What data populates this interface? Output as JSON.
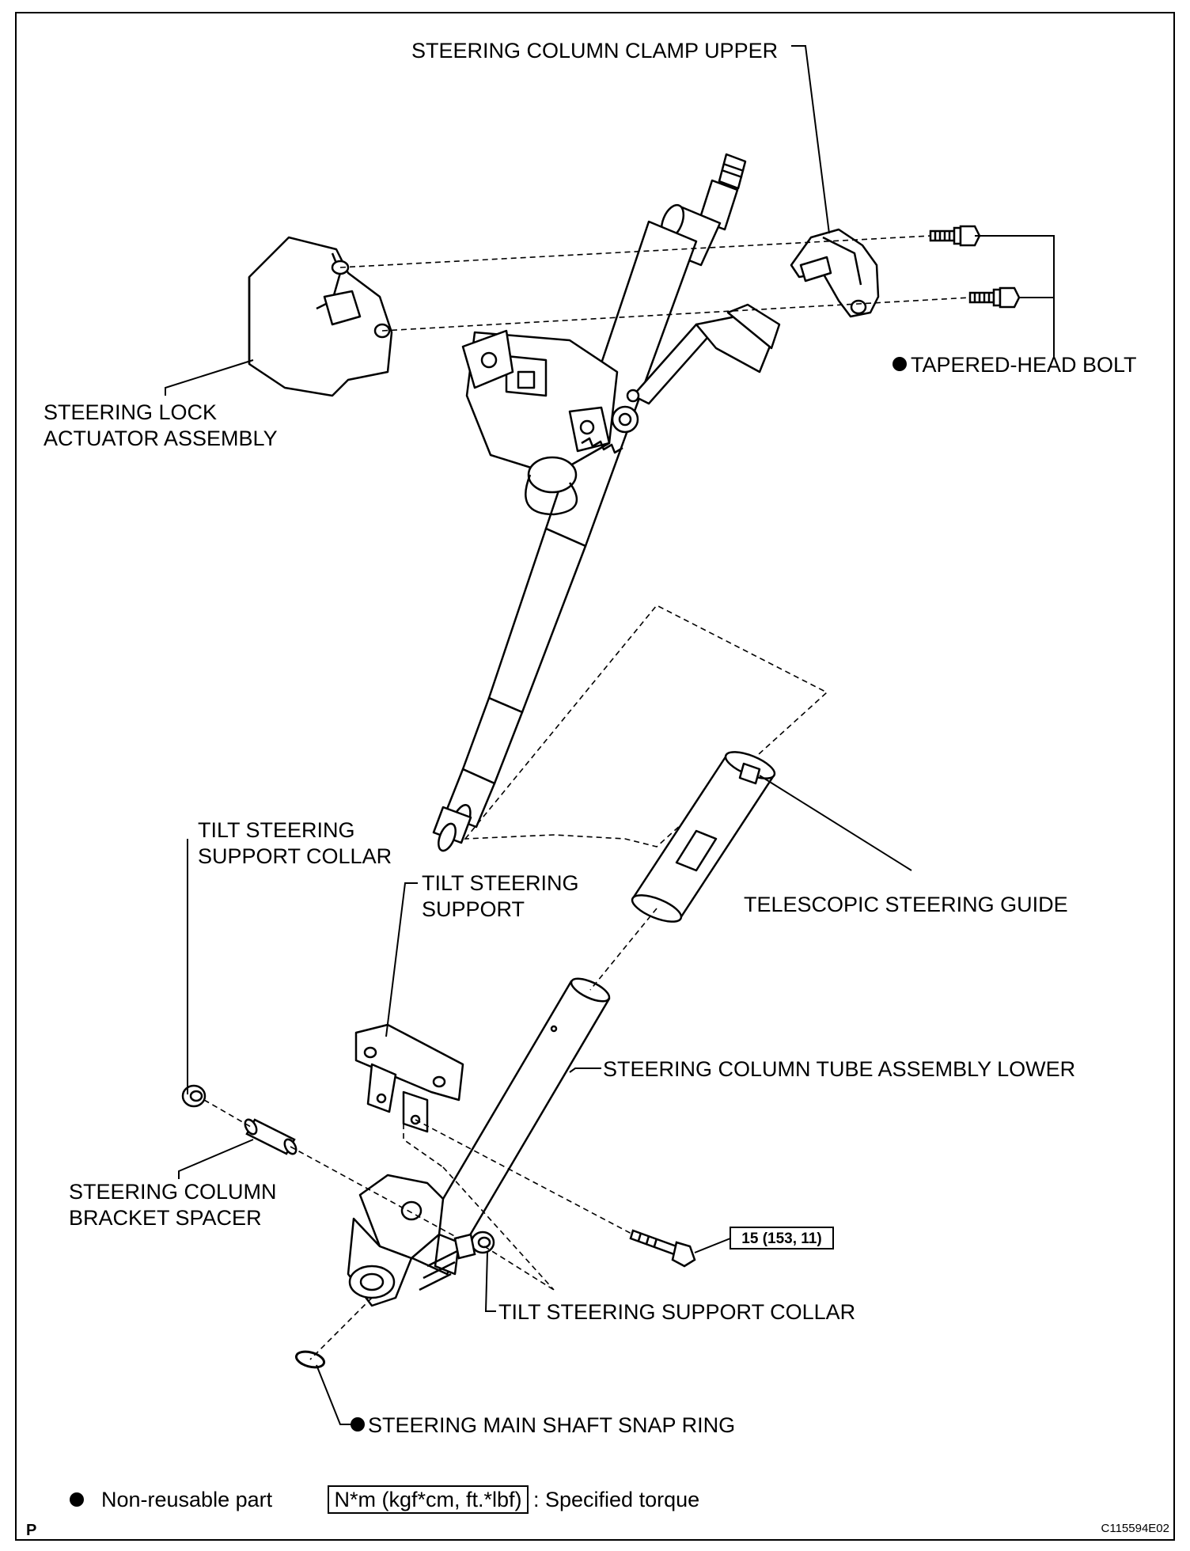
{
  "labels": {
    "clamp_upper": "STEERING COLUMN CLAMP UPPER",
    "tapered_bolt": "TAPERED-HEAD BOLT",
    "lock_actuator_1": "STEERING LOCK",
    "lock_actuator_2": "ACTUATOR ASSEMBLY",
    "tilt_collar_top_1": "TILT STEERING",
    "tilt_collar_top_2": "SUPPORT COLLAR",
    "tilt_support_1": "TILT STEERING",
    "tilt_support_2": "SUPPORT",
    "telescopic_guide": "TELESCOPIC STEERING GUIDE",
    "tube_lower": "STEERING COLUMN TUBE ASSEMBLY LOWER",
    "bracket_spacer_1": "STEERING COLUMN",
    "bracket_spacer_2": "BRACKET SPACER",
    "torque_value": "15 (153, 11)",
    "tilt_collar_bottom": "TILT STEERING SUPPORT COLLAR",
    "snap_ring": "STEERING MAIN SHAFT SNAP RING"
  },
  "legend": {
    "non_reusable": "Non-reusable part",
    "torque_box": "N*m (kgf*cm, ft.*lbf)",
    "torque_desc": ": Specified torque"
  },
  "footer": {
    "corner_letter": "P",
    "figure_code": "C115594E02"
  }
}
